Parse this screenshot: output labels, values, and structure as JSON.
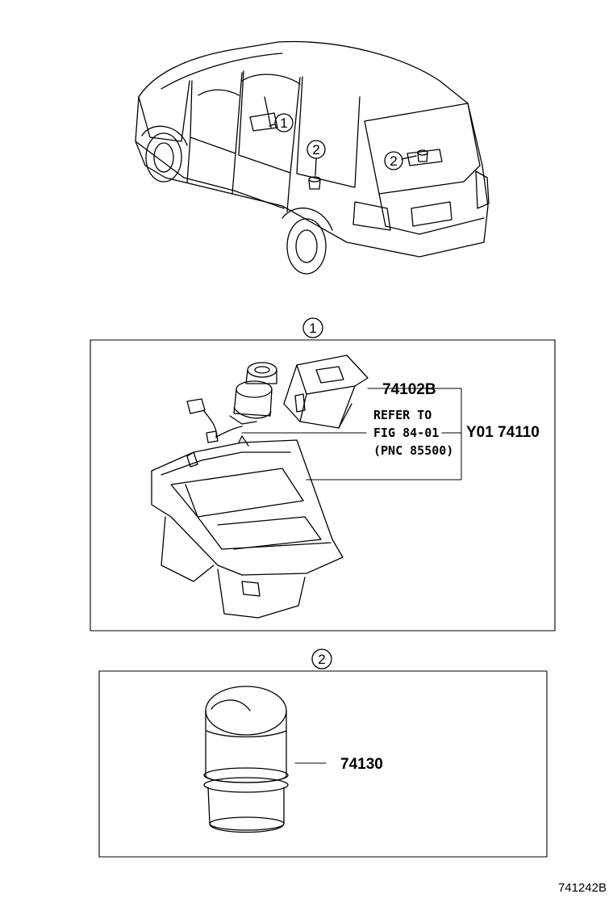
{
  "callouts": {
    "one": "1",
    "two": "2"
  },
  "section1": {
    "marker": "1",
    "parts": {
      "ashtray_insert": "74102B",
      "ashtray_assy": "Y01 74110"
    },
    "note_lines": [
      "REFER TO",
      "FIG 84-01",
      "(PNC 85500)"
    ]
  },
  "section2": {
    "marker": "2",
    "parts": {
      "cup_ashtray": "74130"
    }
  },
  "figure_code": "741242B"
}
